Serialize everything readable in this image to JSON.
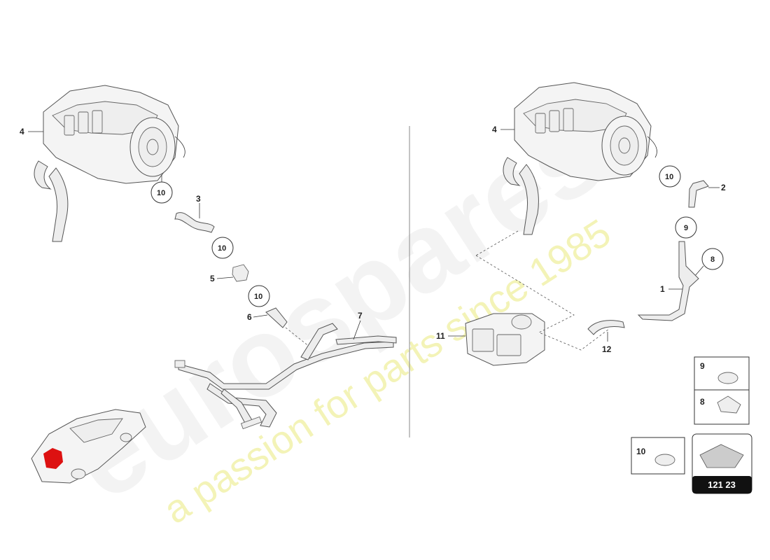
{
  "watermark": {
    "brand": "eurospares",
    "slogan": "a passion for parts since 1985"
  },
  "callouts": {
    "left_engine": "4",
    "left_clamp_a": "10",
    "left_hose": "3",
    "left_clamp_b": "10",
    "left_valve": "5",
    "left_clamp_c": "10",
    "left_small_hose": "6",
    "left_pipe_assy": "7",
    "right_engine": "4",
    "right_clamp_a": "10",
    "right_hose_upper": "2",
    "right_clamp_b": "9",
    "right_clamp_c": "8",
    "right_pipe": "1",
    "right_module": "11",
    "right_hose_lower": "12"
  },
  "legend": {
    "item9": "9",
    "item8": "8",
    "item10": "10"
  },
  "reference": {
    "code": "121 23"
  },
  "colors": {
    "highlight": "#dd1111",
    "ref_badge": "#111111"
  }
}
